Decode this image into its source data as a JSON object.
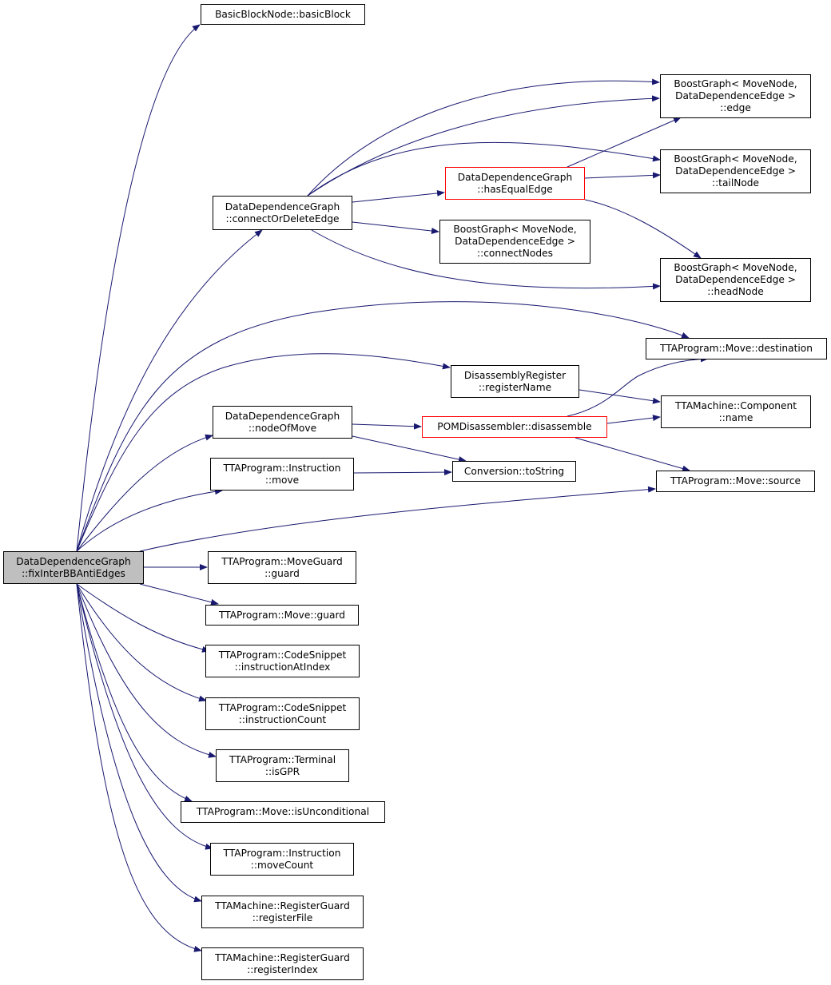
{
  "colors": {
    "edge": "#191970",
    "node_border": "#000000",
    "truncated_border": "#ff0000",
    "root_fill": "#bfbfbf"
  },
  "nodes": {
    "root": {
      "line1": "DataDependenceGraph",
      "line2": "::fixInterBBAntiEdges"
    },
    "basicBlock": {
      "line1": "BasicBlockNode::basicBlock"
    },
    "edge": {
      "line1": "BoostGraph< MoveNode,",
      "line2": "DataDependenceEdge >",
      "line3": "::edge"
    },
    "tailNode": {
      "line1": "BoostGraph< MoveNode,",
      "line2": "DataDependenceEdge >",
      "line3": "::tailNode"
    },
    "headNode": {
      "line1": "BoostGraph< MoveNode,",
      "line2": "DataDependenceEdge >",
      "line3": "::headNode"
    },
    "hasEqualEdge": {
      "line1": "DataDependenceGraph",
      "line2": "::hasEqualEdge"
    },
    "connectOrDeleteEdge": {
      "line1": "DataDependenceGraph",
      "line2": "::connectOrDeleteEdge"
    },
    "connectNodes": {
      "line1": "BoostGraph< MoveNode,",
      "line2": "DataDependenceEdge >",
      "line3": "::connectNodes"
    },
    "destination": {
      "line1": "TTAProgram::Move::destination"
    },
    "registerName": {
      "line1": "DisassemblyRegister",
      "line2": "::registerName"
    },
    "componentName": {
      "line1": "TTAMachine::Component",
      "line2": "::name"
    },
    "nodeOfMove": {
      "line1": "DataDependenceGraph",
      "line2": "::nodeOfMove"
    },
    "disassemble": {
      "line1": "POMDisassembler::disassemble"
    },
    "instructionMove": {
      "line1": "TTAProgram::Instruction",
      "line2": "::move"
    },
    "toString": {
      "line1": "Conversion::toString"
    },
    "source": {
      "line1": "TTAProgram::Move::source"
    },
    "moveGuardGuard": {
      "line1": "TTAProgram::MoveGuard",
      "line2": "::guard"
    },
    "moveGuard": {
      "line1": "TTAProgram::Move::guard"
    },
    "instructionAtIndex": {
      "line1": "TTAProgram::CodeSnippet",
      "line2": "::instructionAtIndex"
    },
    "instructionCount": {
      "line1": "TTAProgram::CodeSnippet",
      "line2": "::instructionCount"
    },
    "isGPR": {
      "line1": "TTAProgram::Terminal",
      "line2": "::isGPR"
    },
    "isUnconditional": {
      "line1": "TTAProgram::Move::isUnconditional"
    },
    "moveCount": {
      "line1": "TTAProgram::Instruction",
      "line2": "::moveCount"
    },
    "registerFile": {
      "line1": "TTAMachine::RegisterGuard",
      "line2": "::registerFile"
    },
    "registerIndex": {
      "line1": "TTAMachine::RegisterGuard",
      "line2": "::registerIndex"
    }
  }
}
